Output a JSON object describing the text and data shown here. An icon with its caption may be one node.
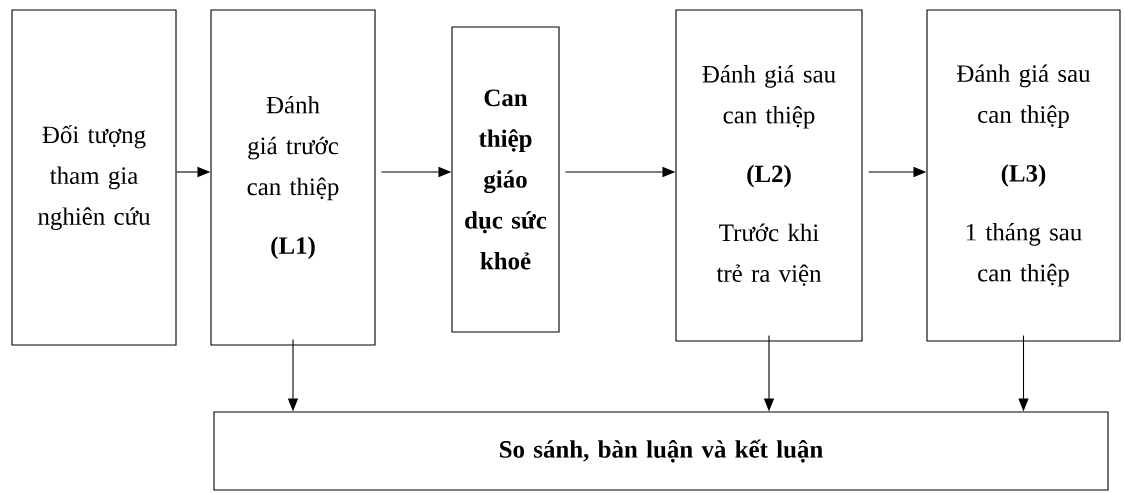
{
  "diagram": {
    "nodes": [
      {
        "text": [
          "Đối tượng tham gia nghiên cứu"
        ]
      },
      {
        "text": [
          "Đánh giá trước can thiệp",
          "(L1)"
        ]
      },
      {
        "text": [
          "Can thiệp giáo dục sức khoẻ"
        ]
      },
      {
        "text": [
          "Đánh giá sau can thiệp",
          "(L2)",
          "Trước khi trẻ ra viện"
        ]
      },
      {
        "text": [
          "Đánh giá sau can thiệp",
          "(L3)",
          "1 tháng sau can thiệp"
        ]
      },
      {
        "text": [
          "So sánh, bàn luận và kết luận"
        ]
      }
    ],
    "edges": [
      {
        "from": 0,
        "to": 1,
        "arrow": "to"
      },
      {
        "from": 1,
        "to": 2,
        "arrow": "to"
      },
      {
        "from": 2,
        "to": 3,
        "arrow": "to"
      },
      {
        "from": 3,
        "to": 4,
        "arrow": "to"
      },
      {
        "from": 1,
        "to": 5,
        "arrow": "to"
      },
      {
        "from": 3,
        "to": 5,
        "arrow": "to"
      },
      {
        "from": 4,
        "to": 5,
        "arrow": "to"
      }
    ]
  }
}
